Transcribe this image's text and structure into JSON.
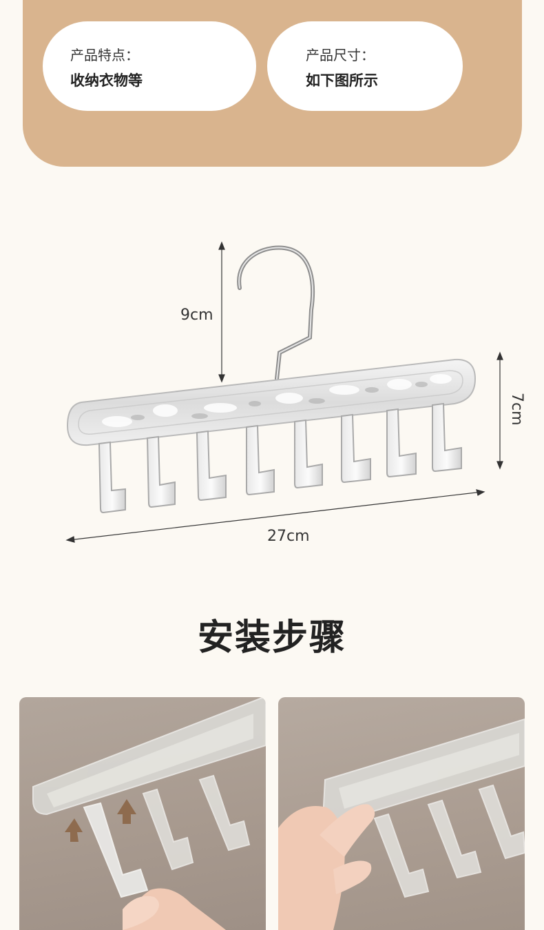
{
  "features": {
    "label": "产品特点：",
    "value": "收纳衣物等"
  },
  "size": {
    "label": "产品尺寸：",
    "value": "如下图所示"
  },
  "dimensions": {
    "hook_height": "9cm",
    "height": "7cm",
    "width": "27cm"
  },
  "install": {
    "title": "安装步骤"
  }
}
